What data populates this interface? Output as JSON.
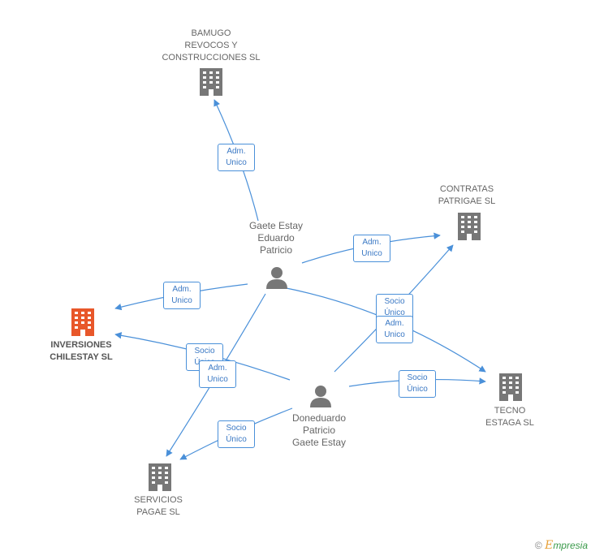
{
  "companies": {
    "bamugo": {
      "name": "BAMUGO\nREVOCOS Y\nCONSTRUCCIONES SL"
    },
    "contratas": {
      "name": "CONTRATAS\nPATRIGAE SL"
    },
    "inversiones": {
      "name": "INVERSIONES\nCHILESTAY SL"
    },
    "tecno": {
      "name": "TECNO\nESTAGA SL"
    },
    "servicios": {
      "name": "SERVICIOS\nPAGAE SL"
    }
  },
  "persons": {
    "gaete": {
      "name": "Gaete Estay\nEduardo\nPatricio"
    },
    "doneduardo": {
      "name": "Doneduardo\nPatricio\nGaete Estay"
    }
  },
  "edges": {
    "e1": "Adm.\nUnico",
    "e2": "Adm.\nUnico",
    "e3": "Adm.\nUnico",
    "e4": "Socio\nÚnico",
    "e5": "Adm.\nUnico",
    "e6": "Socio\nÚnico",
    "e7": "Adm.\nUnico",
    "e8": "Socio\nÚnico",
    "e9": "Socio\nÚnico"
  },
  "colors": {
    "edge": "#4a90d9",
    "company": "#777777",
    "main_company": "#e8572a",
    "person": "#777777"
  },
  "footer": {
    "copyright": "©",
    "brand_first": "E",
    "brand_rest": "mpresia"
  }
}
